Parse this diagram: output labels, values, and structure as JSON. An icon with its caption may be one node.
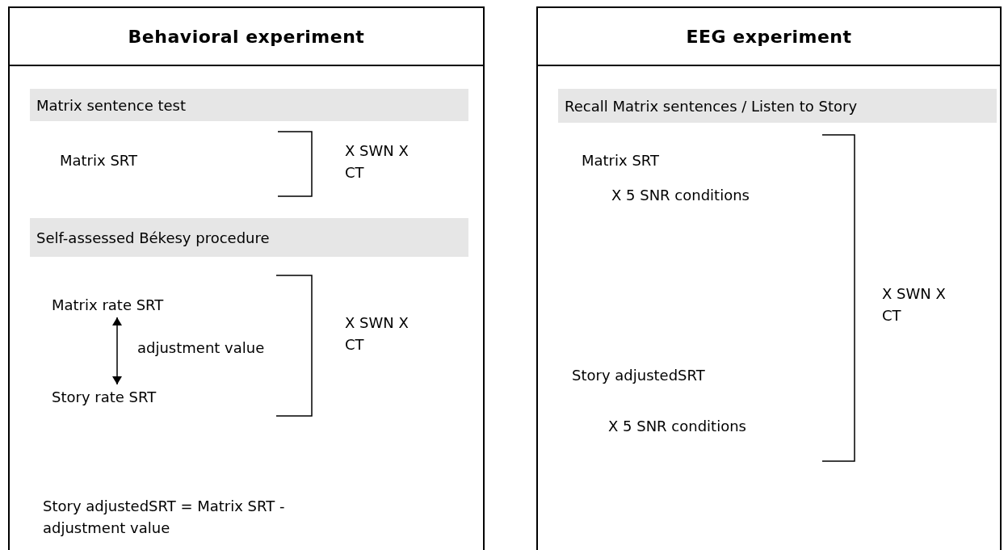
{
  "diagram": {
    "nodes": [
      {
        "text": [
          "Behavioral experiment"
        ]
      },
      {
        "text": [
          "Matrix sentence test"
        ],
        "in": 0
      },
      {
        "text": [
          "Self-assessed Békesy procedure"
        ],
        "in": 0
      },
      {
        "text": [
          "Matrix rate SRT"
        ],
        "in": 0
      },
      {
        "text": [
          "Story rate SRT"
        ],
        "in": 0
      },
      {
        "text": [
          "EEG experiment"
        ]
      },
      {
        "text": [
          "Recall Matrix sentences / Listen to Story"
        ],
        "in": 5
      }
    ],
    "edges": [
      {
        "from": 3,
        "to": 4,
        "arrow": "both",
        "label": "adjustment value"
      }
    ],
    "labels": [
      "Matrix SRT",
      "X SWN X CT",
      "X SWN X CT",
      "Story adjustedSRT = Matrix SRT - adjustment value",
      "Matrix SRT",
      "X 5 SNR conditions",
      "X SWN X CT",
      "Story adjustedSRT",
      "X 5 SNR conditions"
    ]
  }
}
